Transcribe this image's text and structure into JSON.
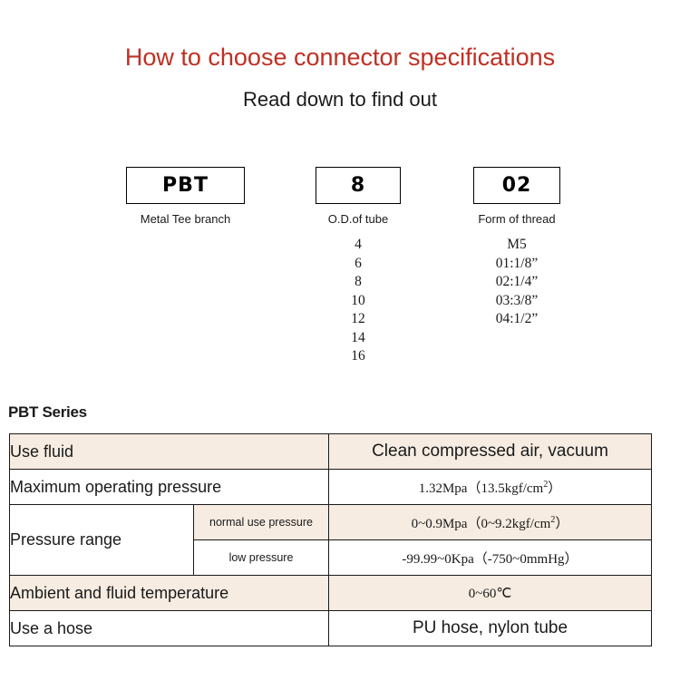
{
  "header": {
    "title": "How to choose connector specifications",
    "subtitle": "Read down to find out",
    "title_color": "#bf3024"
  },
  "code_breakdown": [
    {
      "code": "PBT",
      "caption": "Metal Tee branch",
      "options": []
    },
    {
      "code": "8",
      "caption": "O.D.of tube",
      "options": [
        "4",
        "6",
        "8",
        "10",
        "12",
        "14",
        "16"
      ]
    },
    {
      "code": "02",
      "caption": "Form of thread",
      "options": [
        "M5",
        "01:1/8”",
        "02:1/4”",
        "03:3/8”",
        "04:1/2”"
      ]
    }
  ],
  "spec": {
    "series_label": "PBT Series",
    "row_highlight_color": "#f6ece1",
    "rows": [
      {
        "label": "Use fluid",
        "sub": null,
        "value": "Clean compressed air, vacuum",
        "value_size": "large",
        "shade": "beige"
      },
      {
        "label": "Maximum operating pressure",
        "sub": null,
        "value_prefix": "1.32Mpa（13.5kgf/cm",
        "value_sup": "2",
        "value_suffix": "）",
        "value_size": "small",
        "shade": "white"
      },
      {
        "label": "Pressure range",
        "sub": "normal use pressure",
        "value_prefix": "0~0.9Mpa（0~9.2kgf/cm",
        "value_sup": "2",
        "value_suffix": "）",
        "value_size": "small",
        "shade": "beige"
      },
      {
        "label": "",
        "sub": "low pressure",
        "value": "-99.99~0Kpa（-750~0mmHg）",
        "value_size": "small",
        "shade": "white"
      },
      {
        "label": "Ambient and fluid temperature",
        "sub": null,
        "value": "0~60℃",
        "value_size": "small",
        "shade": "beige"
      },
      {
        "label": "Use a hose",
        "sub": null,
        "value": "PU hose, nylon tube",
        "value_size": "large",
        "shade": "white"
      }
    ]
  }
}
